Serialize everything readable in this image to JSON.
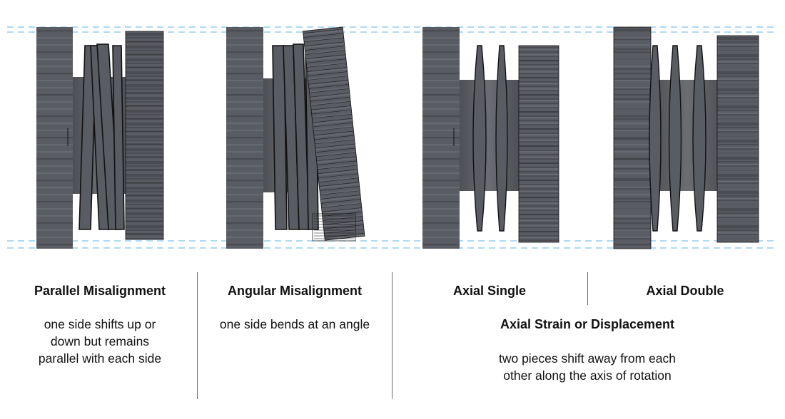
{
  "colors": {
    "guide_line": "#5cb6e6",
    "coupling_face": "#5a5c63",
    "coupling_shadow": "#3e4046",
    "coupling_light": "#72747b",
    "detail_line": "#111111",
    "divider": "#6a6a6a"
  },
  "panels": [
    {
      "title": "Parallel Misalignment",
      "description_lines": [
        "one side shifts up or",
        "down but remains",
        "parallel with each side"
      ]
    },
    {
      "title": "Angular Misalignment",
      "description_lines": [
        "one side bends at an angle"
      ]
    },
    {
      "title": "Axial Single"
    },
    {
      "title": "Axial Double"
    }
  ],
  "axial_group": {
    "title": "Axial Strain or Displacement",
    "description_lines": [
      "two pieces shift away from each",
      "other along the axis of rotation"
    ]
  }
}
